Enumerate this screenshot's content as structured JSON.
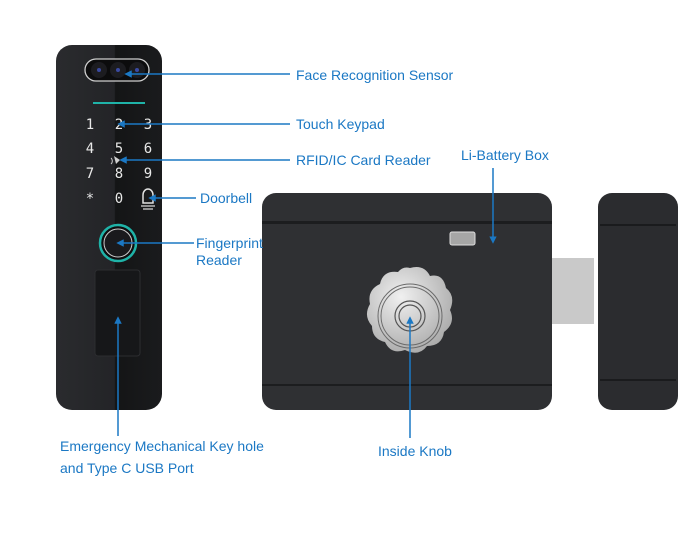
{
  "labels": {
    "face": "Face Recognition Sensor",
    "keypad": "Touch Keypad",
    "rfid": "RFID/IC Card Reader",
    "doorbell": "Doorbell",
    "fingerprint_1": "Fingerprint",
    "fingerprint_2": "Reader",
    "emergency_1": "Emergency Mechanical Key hole",
    "emergency_2": "and Type C USB Port",
    "battery": "Li-Battery Box",
    "knob": "Inside Knob"
  },
  "keypad": {
    "keys": [
      "1",
      "2",
      "3",
      "4",
      "5",
      "6",
      "7",
      "8",
      "9",
      "*",
      "0"
    ]
  },
  "colors": {
    "label": "#1b78c4",
    "accent_teal": "#1fb3a8",
    "panel": "#1f2022",
    "lock_body": "#2f3033"
  }
}
